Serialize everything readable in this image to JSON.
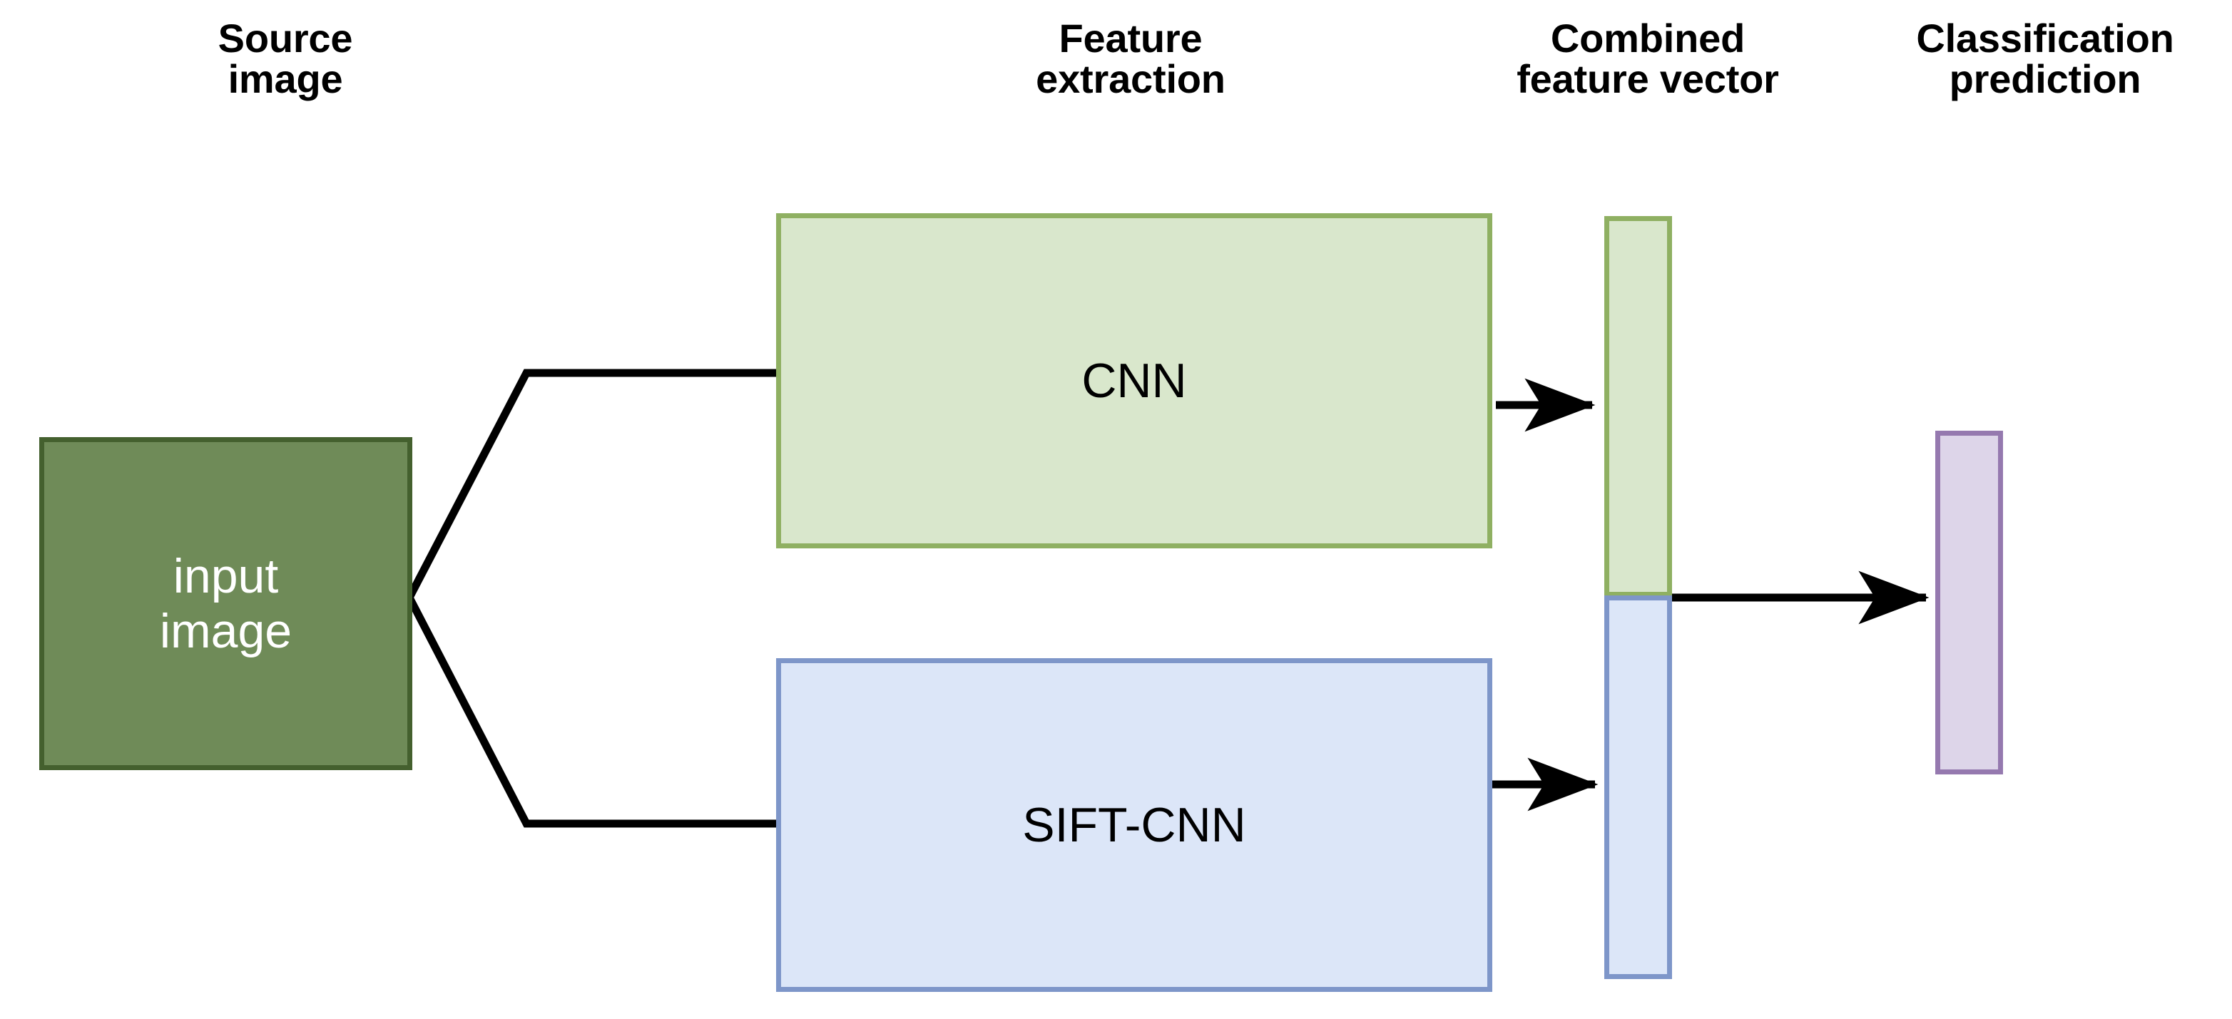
{
  "diagram": {
    "title_columns": [
      {
        "id": "source-image",
        "label": "Source\nimage"
      },
      {
        "id": "feature-extraction",
        "label": "Feature\nextraction"
      },
      {
        "id": "combined-feature-vector",
        "label": "Combined\nfeature vector"
      },
      {
        "id": "classification-prediction",
        "label": "Classification\nprediction"
      }
    ],
    "nodes": {
      "input_image": {
        "label": "input\nimage",
        "fill": "#6f8b58",
        "stroke": "#44602e",
        "text_color": "#ffffff"
      },
      "cnn": {
        "label": "CNN",
        "fill": "#d9e7cc",
        "stroke": "#8fb062",
        "text_color": "#000000"
      },
      "sift_cnn": {
        "label": "SIFT-CNN",
        "fill": "#dce6f8",
        "stroke": "#7e96c9",
        "text_color": "#000000"
      },
      "feature_vector_green": {
        "label": "",
        "fill": "#d9e7cc",
        "stroke": "#8fb062"
      },
      "feature_vector_blue": {
        "label": "",
        "fill": "#dce6f8",
        "stroke": "#7e96c9"
      },
      "prediction": {
        "label": "",
        "fill": "#ddd5e9",
        "stroke": "#9579af"
      }
    },
    "edges": [
      {
        "id": "input-to-cnn",
        "from": "input_image",
        "to": "cnn",
        "style": "elbow-up-arrow"
      },
      {
        "id": "input-to-sift-cnn",
        "from": "input_image",
        "to": "sift_cnn",
        "style": "elbow-down-arrow"
      },
      {
        "id": "cnn-to-feature-vector",
        "from": "cnn",
        "to": "feature_vector_green",
        "style": "straight-arrow"
      },
      {
        "id": "sift-cnn-to-feature-vector",
        "from": "sift_cnn",
        "to": "feature_vector_blue",
        "style": "straight-arrow"
      },
      {
        "id": "feature-vector-to-prediction",
        "from": "feature_vector",
        "to": "prediction",
        "style": "straight-arrow"
      }
    ],
    "edge_color": "#000000",
    "background": "#ffffff"
  }
}
